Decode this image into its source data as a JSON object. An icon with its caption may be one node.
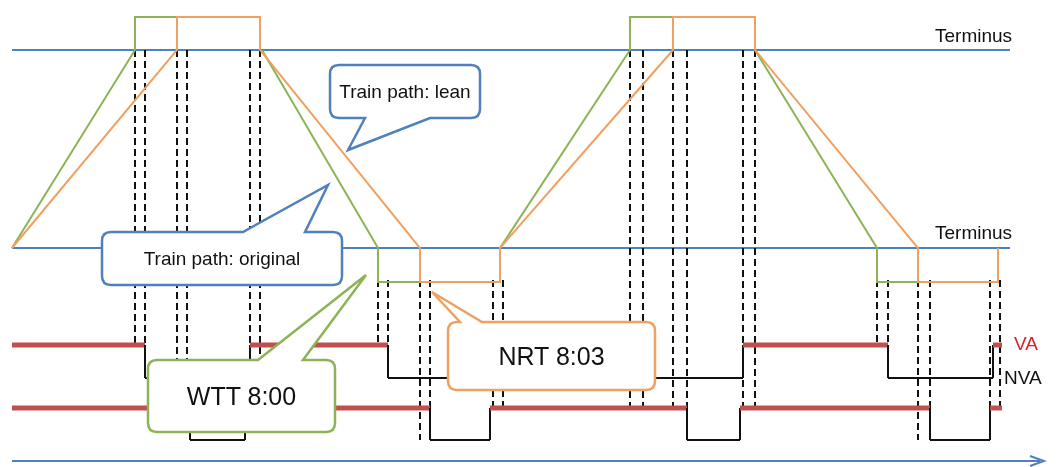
{
  "diagram": {
    "nodes": [
      {
        "text": [
          "Train path: lean"
        ]
      },
      {
        "text": [
          "Train path: original"
        ]
      },
      {
        "text": [
          "WTT 8:00"
        ]
      },
      {
        "text": [
          "NRT 8:03"
        ]
      }
    ],
    "labels": [
      "Terminus",
      "Terminus",
      "VA",
      "NVA"
    ]
  }
}
